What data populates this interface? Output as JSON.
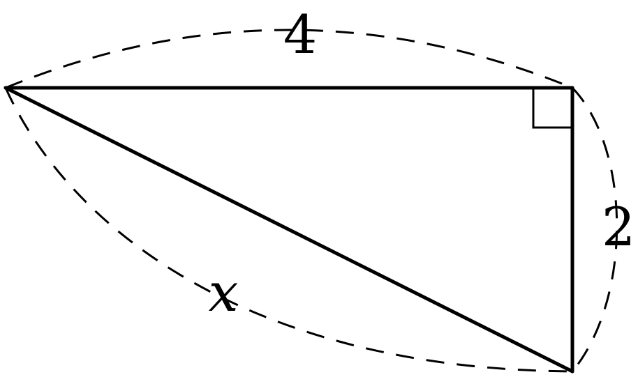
{
  "diagram": {
    "labels": {
      "top": "4",
      "right": "2",
      "hypotenuse": "x"
    },
    "right_angle_marker": true,
    "stroke_color": "#000000",
    "background_color": "#ffffff"
  }
}
